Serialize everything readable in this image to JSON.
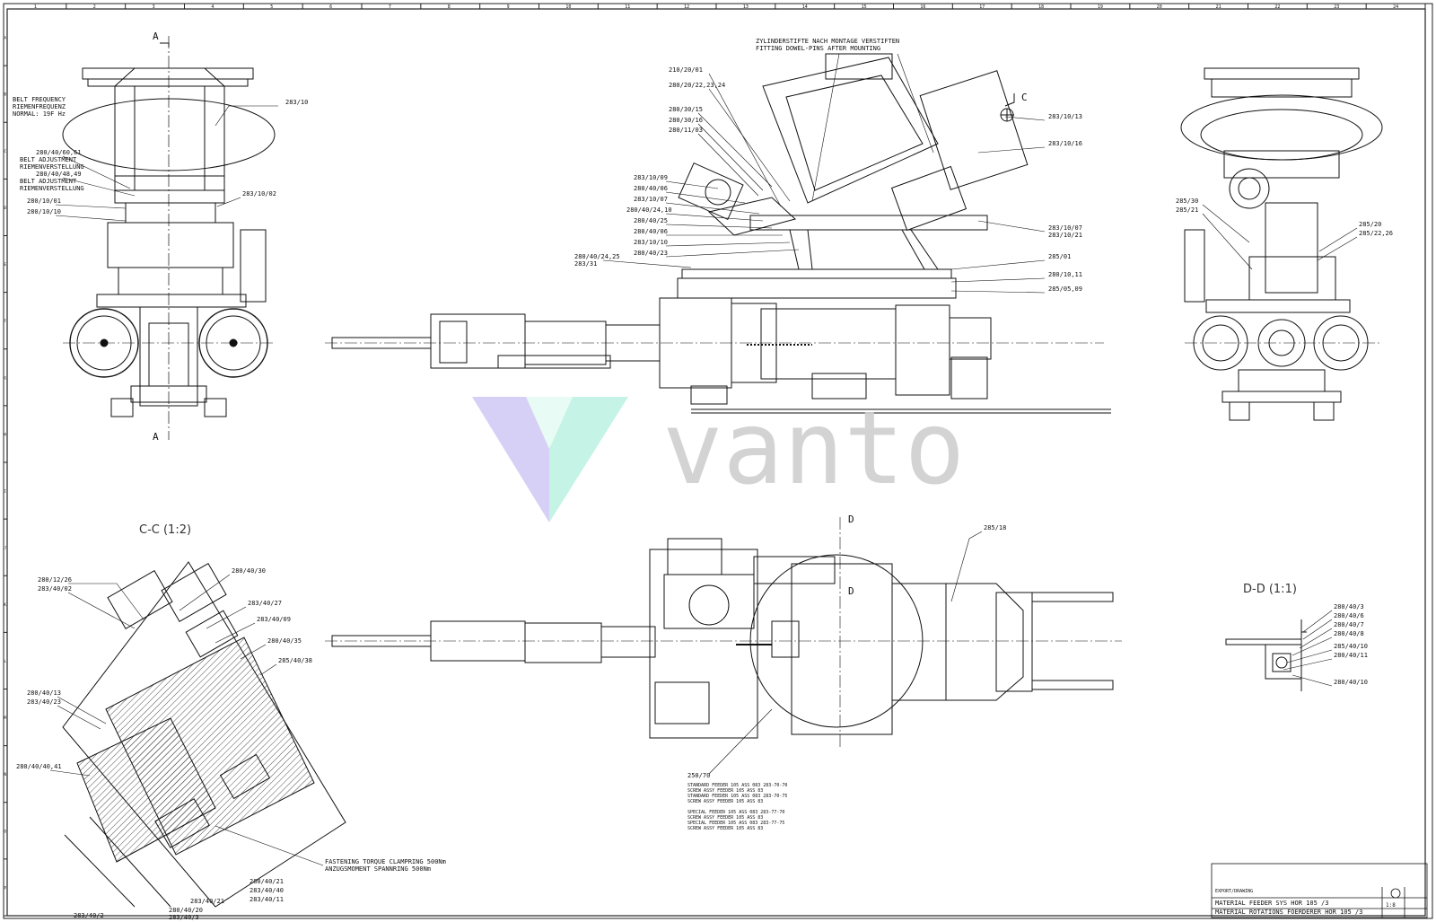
{
  "watermark": {
    "text": "vanto",
    "colors": {
      "mint": "#bff3e4",
      "lavender": "#cfc7f4",
      "grey": "#d0d0d0"
    }
  },
  "border": {
    "top_ticks": [
      "1",
      "2",
      "3",
      "4",
      "5",
      "6",
      "7",
      "8",
      "9",
      "10",
      "11",
      "12",
      "13",
      "14",
      "15",
      "16",
      "17",
      "18",
      "19",
      "20",
      "21",
      "22",
      "23",
      "24"
    ],
    "left_ticks": [
      "A",
      "B",
      "C",
      "D",
      "E",
      "F",
      "G",
      "H",
      "I",
      "J",
      "K",
      "L",
      "M",
      "N",
      "O",
      "P"
    ]
  },
  "views": {
    "section_a": "A",
    "section_c": "C",
    "section_d": "D",
    "cc_title": "C-C (1:2)",
    "dd_title": "D-D (1:1)"
  },
  "notes": {
    "dowel_de": "ZYLINDERSTIFTE NACH MONTAGE VERSTIFTEN",
    "dowel_en": "FITTING DOWEL-PINS AFTER MOUNTING",
    "belt_frequency": [
      "BELT FREQUENCY",
      "RIEMENFREQUENZ",
      "NORMAL: 19F Hz"
    ],
    "belt_adjust_1": [
      "BELT ADJUSTMENT",
      "RIEMENVERSTELLUNG"
    ],
    "belt_adjust_2": [
      "BELT ADJUSTMENT",
      "RIEMENVERSTELLUNG"
    ],
    "fastening": [
      "FASTENING TORQUE CLAMPRING 500Nm",
      "ANZUGSMOMENT SPANNRING 500Nm"
    ],
    "spec_block": [
      "STANDARD FEEDER 105 ASS 083 283-70-70",
      "SCREW ASSY FEEDER 105 ASS 83",
      "STANDARD FEEDER 105 ASS 083 283-70-75",
      "SCREW ASSY FEEDER 105 ASS 83",
      "",
      "SPECIAL FEEDER 105 ASS 083 283-77-70",
      "SCREW ASSY FEEDER 105 ASS 83",
      "SPECIAL FEEDER 105 ASS 083 283-77-75",
      "SCREW ASSY FEEDER 105 ASS 83"
    ]
  },
  "callouts": {
    "fv_1": "283/10",
    "fv_2": "280/40/60,61",
    "fv_3": "280/40/48,49",
    "fv_4": "280/10/01",
    "fv_5": "280/10/10",
    "fv_6": "283/10/02",
    "sv_1": "210/20/01",
    "sv_2": "280/20/22,23,24",
    "sv_3": "280/30/15",
    "sv_4": "280/30/16",
    "sv_5": "280/11/03",
    "sv_6": "283/10/09",
    "sv_7": "280/40/06",
    "sv_8": "283/10/07",
    "sv_9": "280/40/24,10",
    "sv_10": "280/40/25",
    "sv_11": "280/40/06",
    "sv_12": "283/10/10",
    "sv_13": "280/40/23",
    "sv_14": "280/40/24,25",
    "sv_15": "283/31",
    "sv_16": "283/10/13",
    "sv_17": "283/10/16",
    "sv_18": "283/10/07",
    "sv_19": "283/10/21",
    "sv_20": "285/01",
    "sv_21": "280/10,11",
    "sv_22": "285/05,09",
    "rv_1": "285/30",
    "rv_2": "285/21",
    "rv_3": "285/20",
    "rv_4": "285/22,26",
    "cc_1": "280/12/26",
    "cc_2": "283/40/02",
    "cc_3": "280/40/30",
    "cc_4": "283/40/27",
    "cc_5": "283/40/09",
    "cc_6": "280/40/35",
    "cc_7": "285/40/38",
    "cc_8": "280/40/13",
    "cc_9": "283/40/23",
    "cc_10": "280/40/40,41",
    "cc_11": "280/40/21",
    "cc_12": "283/40/40",
    "cc_13": "283/40/11",
    "cc_14": "283/40/21",
    "cc_15": "280/40/20",
    "cc_16": "283/40/3",
    "cc_17": "283/40/2",
    "tv_1": "285/18",
    "tv_2": "250/70",
    "dd_1": "280/40/3",
    "dd_2": "280/40/6",
    "dd_3": "280/40/7",
    "dd_4": "280/40/8",
    "dd_5": "285/40/10",
    "dd_6": "280/40/11",
    "dd_7": "280/40/10"
  },
  "title_block": {
    "line_1": "MATERIAL FEEDER SYS HOR 105 /3",
    "line_2": "MATERIAL ROTATIONS FOERDERER HOR 105 /3",
    "scale": "1:8",
    "small": "EXPORT/DRAWING"
  }
}
